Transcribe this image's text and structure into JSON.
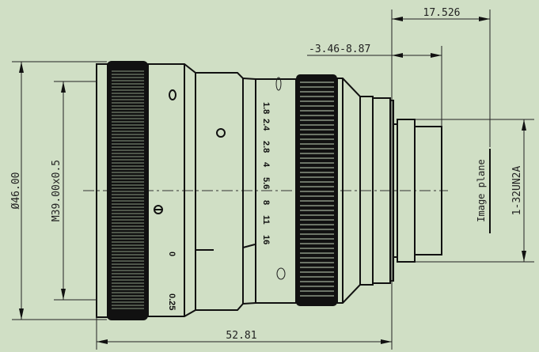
{
  "drawing": {
    "dimensions": {
      "overall_diameter": "Ø46.00",
      "filter_thread": "M39.00x0.5",
      "overall_length": "52.81",
      "flange_distance": "17.526",
      "back_focus_range": "-3.46-8.87",
      "mount_thread": "1-32UN2A",
      "image_plane_label": "Image plane"
    },
    "aperture_scale": [
      "1.8",
      "2.4",
      "2.8",
      "4",
      "5.6",
      "8",
      "11",
      "16"
    ],
    "focus_scale": [
      "0.25",
      "0"
    ],
    "colors": {
      "background": "#d0dfc5",
      "line": "#111111"
    }
  }
}
